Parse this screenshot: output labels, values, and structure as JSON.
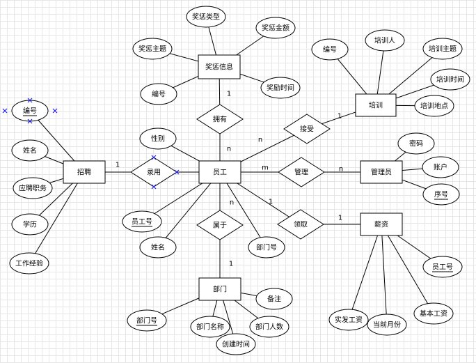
{
  "entities": [
    {
      "id": "reward",
      "label": "奖惩信息"
    },
    {
      "id": "training",
      "label": "培训"
    },
    {
      "id": "recruit",
      "label": "招聘"
    },
    {
      "id": "employee",
      "label": "员工"
    },
    {
      "id": "admin",
      "label": "管理员"
    },
    {
      "id": "salary",
      "label": "薪资"
    },
    {
      "id": "dept",
      "label": "部门"
    }
  ],
  "relationships": [
    {
      "id": "own",
      "label": "拥有"
    },
    {
      "id": "accept",
      "label": "接受"
    },
    {
      "id": "hire",
      "label": "录用"
    },
    {
      "id": "manage",
      "label": "管理"
    },
    {
      "id": "belong",
      "label": "属于"
    },
    {
      "id": "receive",
      "label": "领取"
    }
  ],
  "attributes": [
    {
      "id": "r_type",
      "label": "奖惩类型",
      "key": false
    },
    {
      "id": "r_amount",
      "label": "奖惩金额",
      "key": false
    },
    {
      "id": "r_topic",
      "label": "奖惩主题",
      "key": false
    },
    {
      "id": "r_no",
      "label": "编号",
      "key": false
    },
    {
      "id": "r_time",
      "label": "奖励时间",
      "key": false
    },
    {
      "id": "t_no",
      "label": "编号",
      "key": false
    },
    {
      "id": "t_trainer",
      "label": "培训人",
      "key": false
    },
    {
      "id": "t_topic",
      "label": "培训主题",
      "key": false
    },
    {
      "id": "t_time",
      "label": "培训时间",
      "key": false
    },
    {
      "id": "t_place",
      "label": "培训地点",
      "key": false
    },
    {
      "id": "c_no",
      "label": "编号",
      "key": true
    },
    {
      "id": "c_name",
      "label": "姓名",
      "key": false
    },
    {
      "id": "c_job",
      "label": "应聘职务",
      "key": false
    },
    {
      "id": "c_edu",
      "label": "学历",
      "key": false
    },
    {
      "id": "c_exp",
      "label": "工作经验",
      "key": false
    },
    {
      "id": "e_gender",
      "label": "性别",
      "key": false
    },
    {
      "id": "e_no",
      "label": "员工号",
      "key": true
    },
    {
      "id": "e_name",
      "label": "姓名",
      "key": false
    },
    {
      "id": "e_dept",
      "label": "部门号",
      "key": false
    },
    {
      "id": "a_pwd",
      "label": "密码",
      "key": false
    },
    {
      "id": "a_acct",
      "label": "账户",
      "key": false
    },
    {
      "id": "a_no",
      "label": "序号",
      "key": true
    },
    {
      "id": "s_eno",
      "label": "员工号",
      "key": true
    },
    {
      "id": "s_actual",
      "label": "实发工资",
      "key": false
    },
    {
      "id": "s_month",
      "label": "当前月份",
      "key": false
    },
    {
      "id": "s_base",
      "label": "基本工资",
      "key": false
    },
    {
      "id": "d_no",
      "label": "部门号",
      "key": true
    },
    {
      "id": "d_name",
      "label": "部门名称",
      "key": false
    },
    {
      "id": "d_created",
      "label": "创建时间",
      "key": false
    },
    {
      "id": "d_count",
      "label": "部门人数",
      "key": false
    },
    {
      "id": "d_note",
      "label": "备注",
      "key": false
    }
  ],
  "cardinalities": [
    {
      "id": "own_1",
      "label": "1"
    },
    {
      "id": "own_n",
      "label": "n"
    },
    {
      "id": "accept_n",
      "label": "n"
    },
    {
      "id": "accept_1",
      "label": "1"
    },
    {
      "id": "hire_1",
      "label": "1"
    },
    {
      "id": "manage_m",
      "label": "m"
    },
    {
      "id": "manage_n",
      "label": "n"
    },
    {
      "id": "belong_n",
      "label": "n"
    },
    {
      "id": "belong_1",
      "label": "1"
    },
    {
      "id": "receive_1",
      "label": "1"
    },
    {
      "id": "receive_r",
      "label": "1"
    }
  ]
}
